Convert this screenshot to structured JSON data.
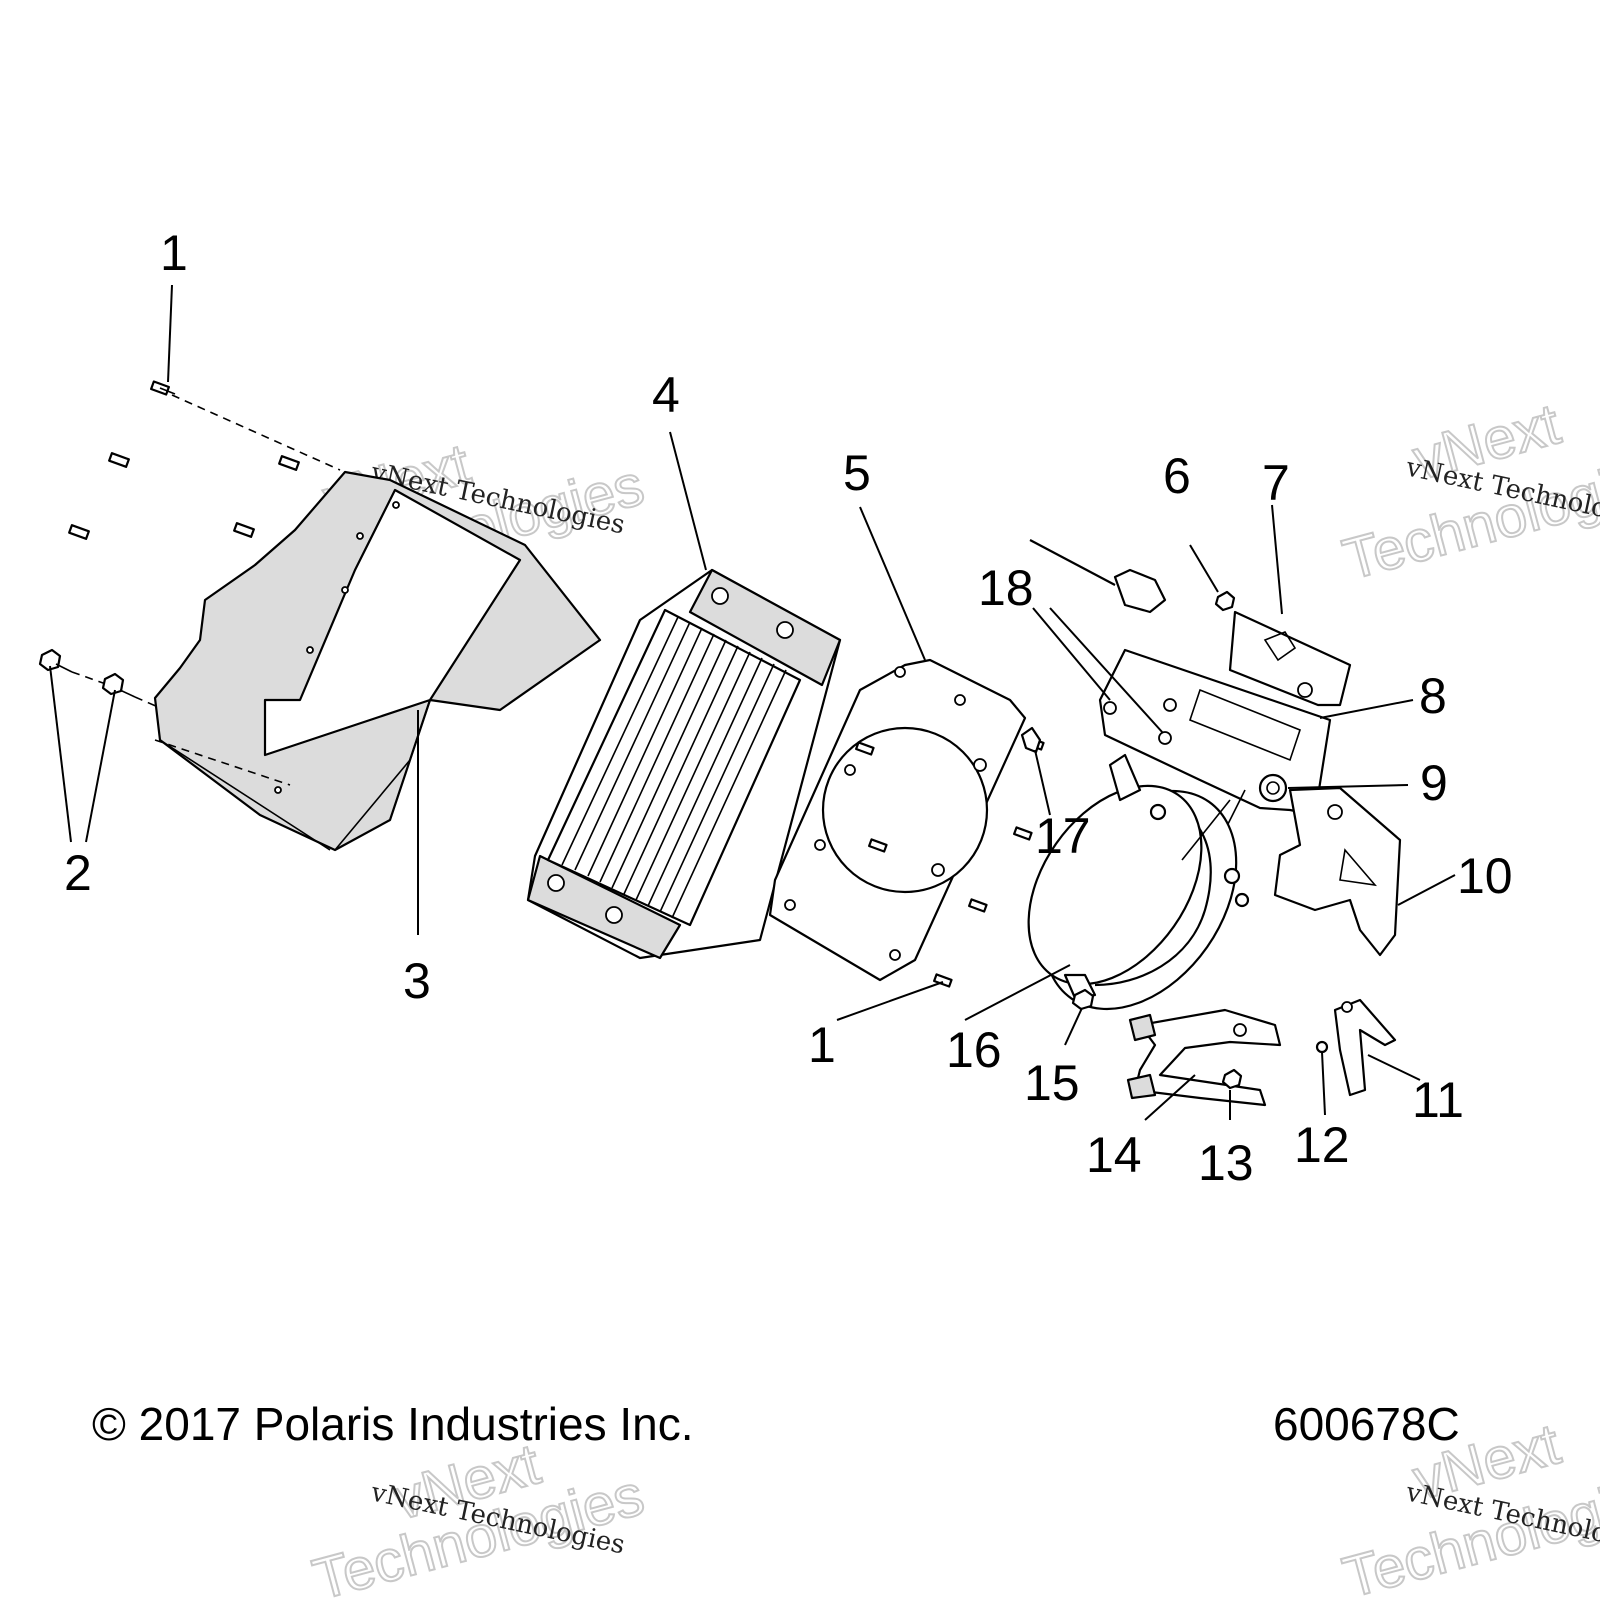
{
  "callouts": {
    "c1_top": "1",
    "c2": "2",
    "c3": "3",
    "c4": "4",
    "c5": "5",
    "c6": "6",
    "c7": "7",
    "c8": "8",
    "c9": "9",
    "c10": "10",
    "c11": "11",
    "c12": "12",
    "c13": "13",
    "c14": "14",
    "c15": "15",
    "c16": "16",
    "c17": "17",
    "c18": "18",
    "c1_bottom": "1"
  },
  "footer": {
    "copyright": "© 2017 Polaris Industries Inc.",
    "diagram_id": "600678C"
  },
  "watermark": {
    "line_small": "vNext Technologies",
    "line_big_1": "vNext",
    "line_big_2": "Technologies"
  },
  "colors": {
    "line": "#000000",
    "shade": "#dcdcdc",
    "watermark": "#c8c8c8"
  }
}
